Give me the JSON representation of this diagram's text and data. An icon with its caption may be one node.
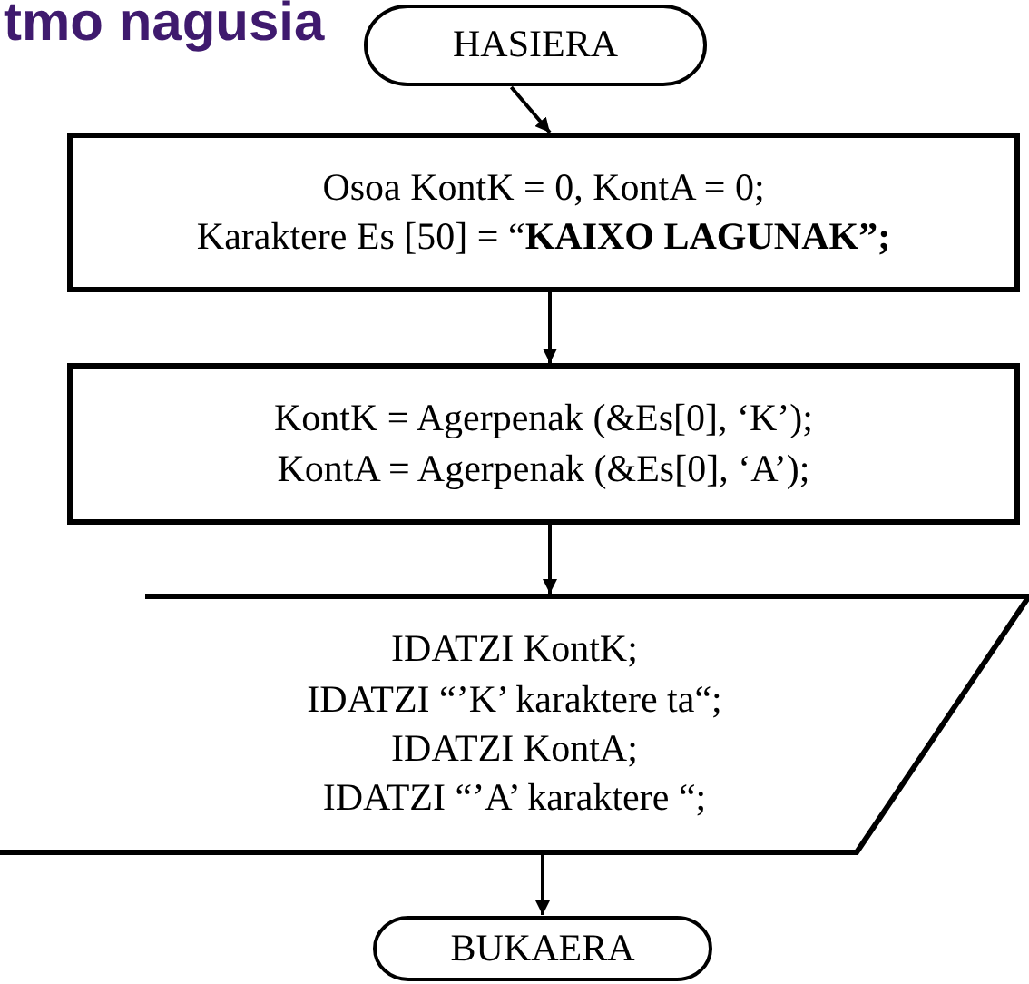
{
  "diagram": {
    "title": "tmo nagusia",
    "nodes": [
      {
        "text": [
          "HASIERA"
        ]
      },
      {
        "text": [
          "Osoa KontK = 0, KontA = 0; Karaktere Es [50] = “**KAIXO LAGUNAK”;**"
        ]
      },
      {
        "text": [
          "KontK = Agerpenak (&Es[0], ‘K’); KontA = Agerpenak (&Es[0], ‘A’);"
        ]
      },
      {
        "text": [
          "IDATZI KontK; IDATZI “’K’ karaktere ta“; IDATZI KontA; IDATZI “’A’ karaktere “;"
        ]
      },
      {
        "text": [
          "BUKAERA"
        ]
      }
    ],
    "edges": [
      {
        "from": 0,
        "to": 1,
        "arrow": "to"
      },
      {
        "from": 1,
        "to": 2,
        "arrow": "to"
      },
      {
        "from": 2,
        "to": 3,
        "arrow": "to"
      },
      {
        "from": 3,
        "to": 4,
        "arrow": "to"
      }
    ]
  }
}
